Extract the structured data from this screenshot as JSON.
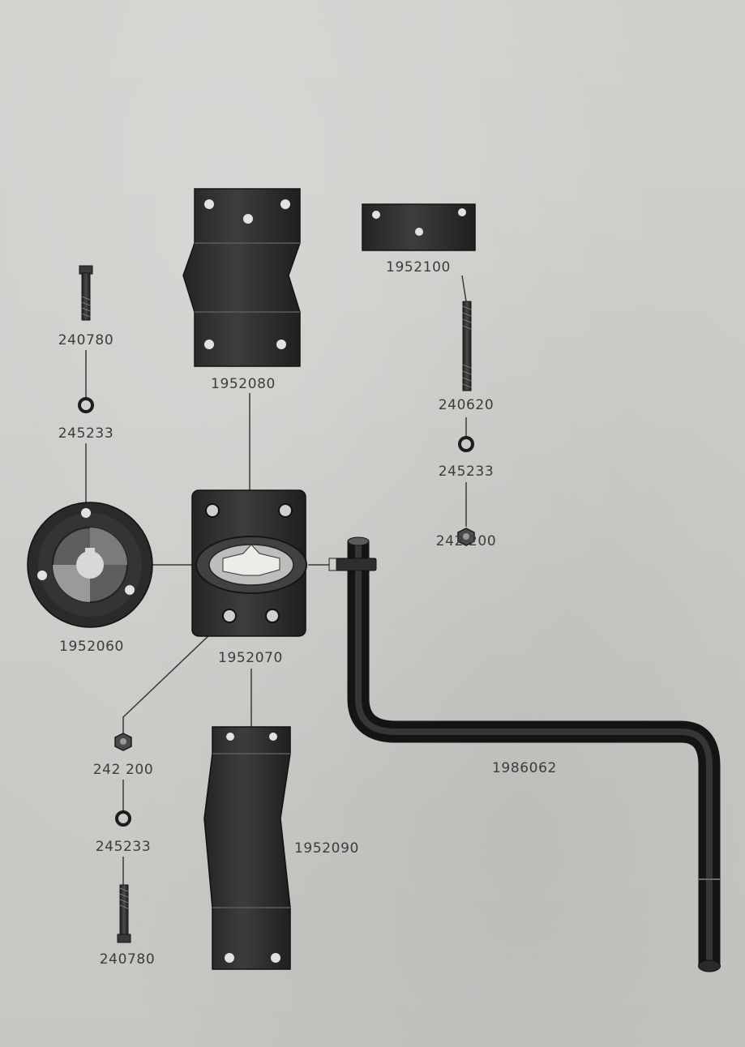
{
  "parts": {
    "lock_plate_top": "1952100",
    "stud": "240620",
    "lock_washer_right": "245233",
    "nut_right": "242 200",
    "bracket_upper": "1952080",
    "bolt_top_left": "240780",
    "lock_washer_top_left": "245233",
    "flange": "1952060",
    "body": "1952070",
    "nut_lower_left": "242 200",
    "lock_washer_lower_left": "245233",
    "bolt_bottom_left": "240780",
    "bracket_lower": "1952090",
    "crank_handle": "1986062"
  }
}
